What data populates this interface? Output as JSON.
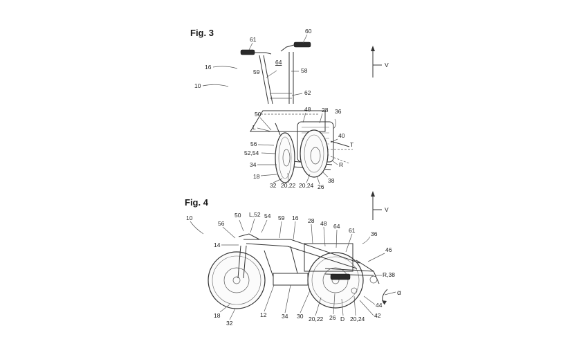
{
  "fig3": {
    "title": "Fig. 3",
    "direction_label": "V",
    "labels": {
      "l61": "61",
      "l60": "60",
      "l64": "64",
      "l16": "16",
      "l59": "59",
      "l58": "58",
      "l10": "10",
      "l62": "62",
      "l50": "50",
      "l48": "48",
      "l28": "28",
      "l36": "36",
      "lL": "L",
      "l40": "40",
      "l56": "56",
      "lT": "T",
      "l5254": "52,54",
      "l34": "34",
      "lR": "R",
      "l18": "18",
      "l32": "32",
      "l2022": "20,22",
      "l2024": "20,24",
      "l38": "38",
      "l26": "26"
    }
  },
  "fig4": {
    "title": "Fig. 4",
    "direction_label": "V",
    "labels": {
      "l10": "10",
      "l50": "50",
      "lL52": "L,52",
      "l54": "54",
      "l59": "59",
      "l16": "16",
      "l28": "28",
      "l48": "48",
      "l64": "64",
      "l61": "61",
      "l36": "36",
      "l56": "56",
      "l14": "14",
      "l46": "46",
      "lR38": "R,38",
      "lalpha": "α",
      "l44": "44",
      "l42": "42",
      "l18": "18",
      "l32": "32",
      "l12": "12",
      "l34": "34",
      "l30": "30",
      "l2022": "20,22",
      "l26": "26",
      "lD": "D",
      "l2024": "20,24"
    }
  }
}
